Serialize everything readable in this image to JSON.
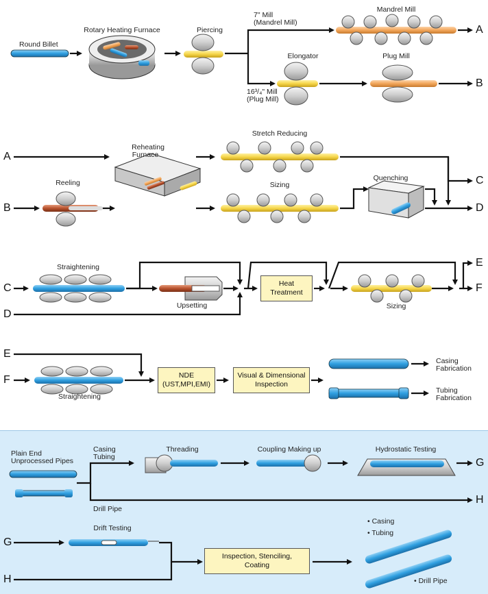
{
  "title": "Seamless Pipe Manufacturing Process Flow",
  "colors": {
    "pipe_blue": "#2f9fe0",
    "pipe_yellow": "#f6d64a",
    "pipe_orange": "#f2a65a",
    "roll_gray": "#d8d8d8",
    "box_fill": "#fdf5c0",
    "finishing_bg": "#d7ecfa",
    "arrow": "#111111"
  },
  "section1": {
    "round_billet": "Round Billet",
    "rotary_furnace": "Rotary Heating Furnace",
    "piercing": "Piercing",
    "mill7_line1": "7\" Mill",
    "mill7_line2": "(Mandrel Mill)",
    "mandrel_mill": "Mandrel Mill",
    "elongator": "Elongator",
    "plug_mill": "Plug Mill",
    "mill16_line1": "16³/₄\" Mill",
    "mill16_line2": "(Plug Mill)",
    "out_a": "A",
    "out_b": "B"
  },
  "section2": {
    "in_a": "A",
    "in_b": "B",
    "reheating_line1": "Reheating",
    "reheating_line2": "Furnace",
    "reeling": "Reeling",
    "stretch_reducing": "Stretch Reducing",
    "sizing": "Sizing",
    "quenching": "Quenching",
    "out_c": "C",
    "out_d": "D"
  },
  "section3": {
    "in_c": "C",
    "in_d": "D",
    "straightening": "Straightening",
    "upsetting": "Upsetting",
    "heat_treatment_line1": "Heat",
    "heat_treatment_line2": "Treatment",
    "sizing": "Sizing",
    "out_e": "E",
    "out_f": "F"
  },
  "section4": {
    "in_e": "E",
    "in_f": "F",
    "straightening": "Straightening",
    "nde_line1": "NDE",
    "nde_line2": "(UST,MPI,EMI)",
    "visual_line1": "Visual & Dimensional",
    "visual_line2": "Inspection",
    "casing_line1": "Casing",
    "casing_line2": "Fabrication",
    "tubing_line1": "Tubing",
    "tubing_line2": "Fabrication"
  },
  "section5": {
    "plain_end_line1": "Plain End",
    "plain_end_line2": "Unprocessed Pipes",
    "casing": "Casing",
    "tubing": "Tubing",
    "drill_pipe": "Drill Pipe",
    "threading": "Threading",
    "coupling": "Coupling Making up",
    "hydrostatic": "Hydrostatic Testing",
    "out_g": "G",
    "out_h": "H"
  },
  "section6": {
    "in_g": "G",
    "in_h": "H",
    "drift_testing": "Drift Testing",
    "inspection_line1": "Inspection, Stenciling,",
    "inspection_line2": "Coating",
    "bullet_casing": "• Casing",
    "bullet_tubing": "• Tubing",
    "bullet_drill_pipe": "• Drill Pipe"
  }
}
